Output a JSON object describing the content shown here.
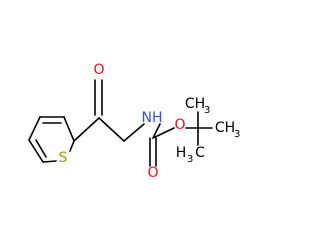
{
  "molecule": {
    "colors": {
      "bond": "#000000",
      "carbon_text": "#000000",
      "oxygen": "#ff0d0d",
      "nitrogen": "#3050f8",
      "sulfur": "#b89400"
    },
    "labels": {
      "ketone_oxygen": "O",
      "ester_oxygen": "O",
      "carbonyl_oxygen": "O",
      "nitrogen_h": "NH",
      "sulfur": "S",
      "methyl_top": {
        "main": "CH",
        "sub": "3"
      },
      "methyl_right": {
        "main": "CH",
        "sub": "3"
      },
      "methyl_bottom_left": {
        "main": "H",
        "sub": "3",
        "tail": "C"
      }
    }
  }
}
